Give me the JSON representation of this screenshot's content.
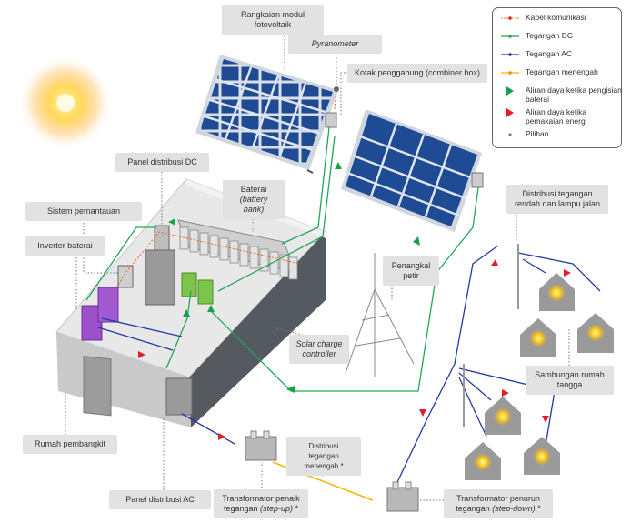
{
  "labels": {
    "pv_array": "Rangkaian modul fotovoltaik",
    "pyranometer": "Pyranometer",
    "combiner": "Kotak penggabung (combiner box)",
    "dc_panel": "Panel distribusi DC",
    "battery": "Baterai",
    "battery_sub": "(battery bank)",
    "monitoring": "Sistem pemantauan",
    "inverter": "Inverter baterai",
    "lightning": "Penangkal petir",
    "charge_controller": "Solar charge controller",
    "lv_distribution": "Distribusi tegangan rendah dan lampu jalan",
    "house_connection": "Sambungan rumah tangga",
    "powerhouse": "Rumah pembangkit",
    "mv_distribution": "Distribusi tegangan menengah *",
    "ac_panel": "Panel distribusi AC",
    "step_up": "Transformator penaik tegangan",
    "step_up_italic": "(step-up)",
    "step_down": "Transformator penurun tegangan",
    "step_down_italic": "(step-down)",
    "star": " *"
  },
  "legend": [
    {
      "icon": "communication-cable",
      "text": "Kabel komunikasi",
      "color": "#e8641e"
    },
    {
      "icon": "dc-line",
      "text": "Tegangan DC",
      "color": "#22a65a"
    },
    {
      "icon": "ac-line",
      "text": "Tegangan AC",
      "color": "#1f3aa8"
    },
    {
      "icon": "mv-line",
      "text": "Tegangan menengah",
      "color": "#f2b705"
    },
    {
      "icon": "green-arrow",
      "text": "Aliran daya ketika pengisian baterai",
      "color": "#17a24a"
    },
    {
      "icon": "red-arrow",
      "text": "Aliran daya ketika pemakaian energi",
      "color": "#e01f26"
    },
    {
      "icon": "optional-dot",
      "text": "Pilihan",
      "color": "#777777"
    }
  ],
  "colors": {
    "dc": "#22a65a",
    "ac": "#1f3aa8",
    "mv": "#f2b705",
    "comm": "#e8641e",
    "green_arrow": "#17a24a",
    "red_arrow": "#e01f26",
    "label_bg": "#e2e2e2",
    "panel_blue": "#1e3f86",
    "house_roof": "#8f8f8f",
    "lamp": "#f7c21c"
  }
}
